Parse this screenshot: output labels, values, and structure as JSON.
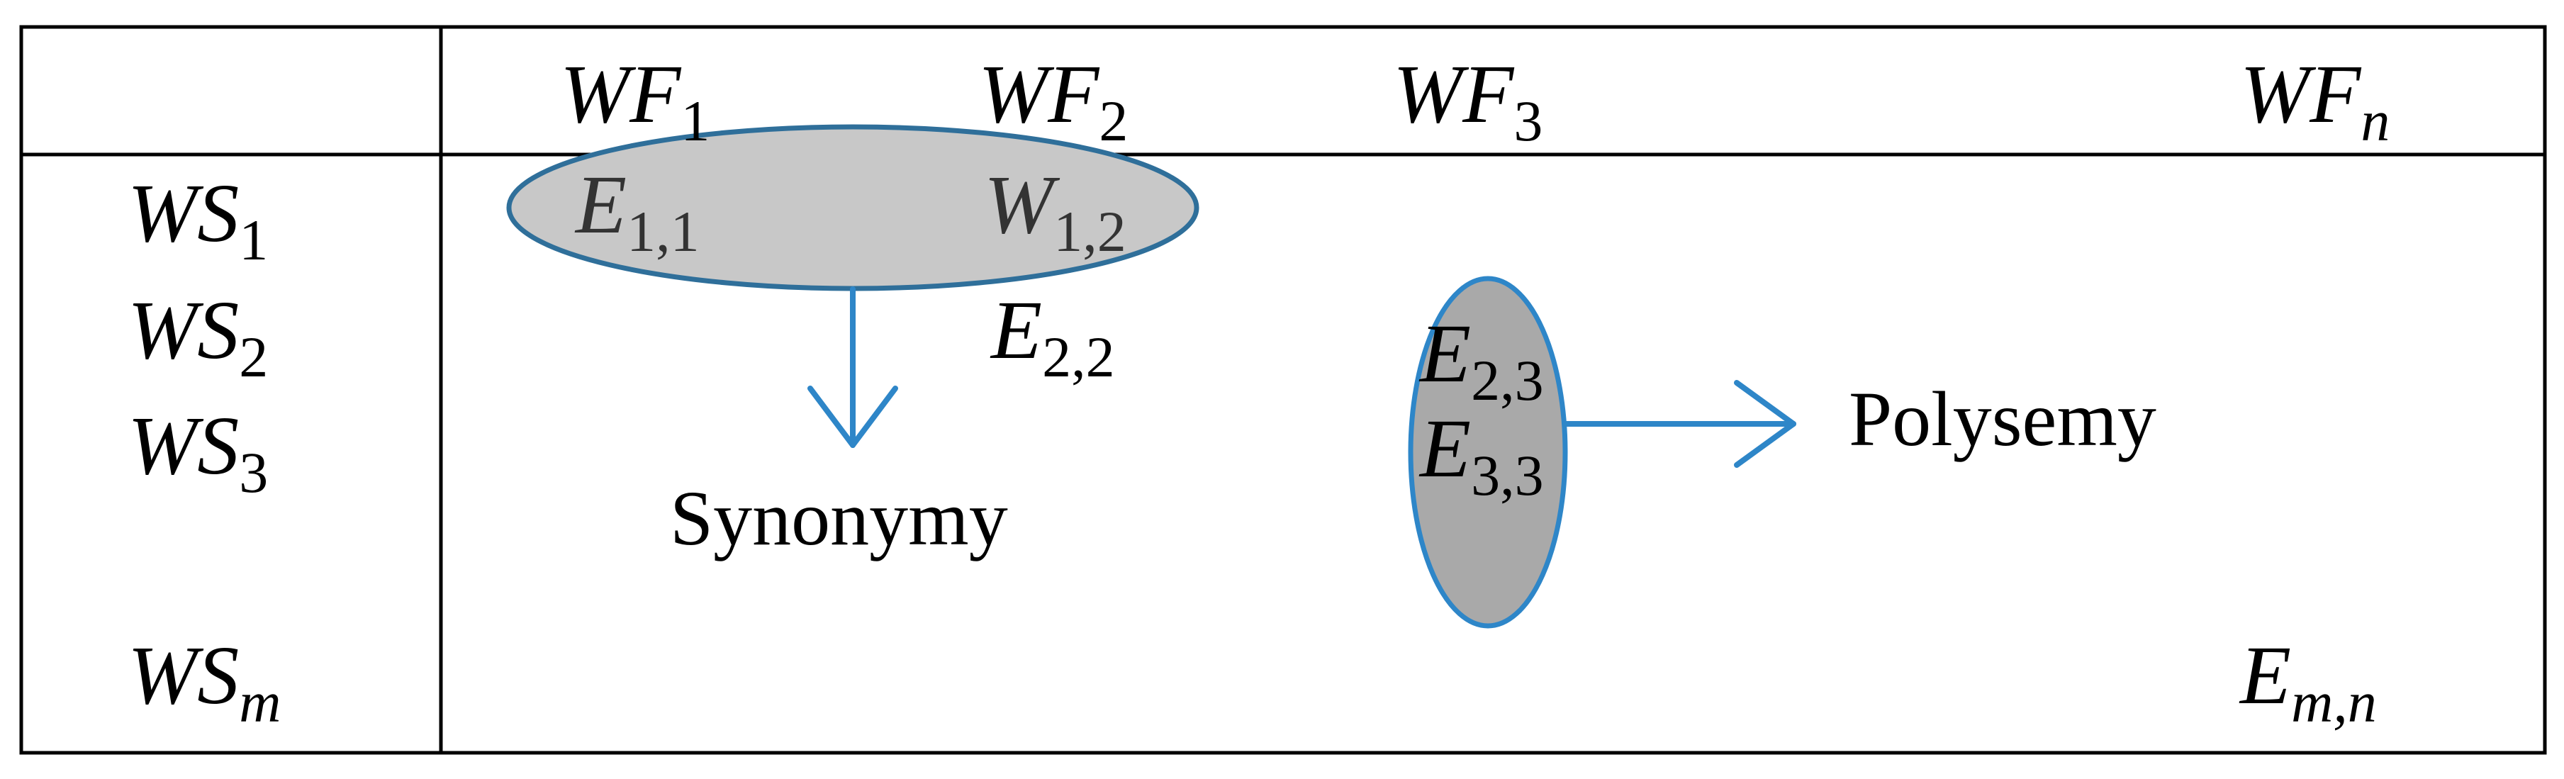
{
  "matrix": {
    "column_headers": [
      {
        "base": "WF",
        "sub": "1"
      },
      {
        "base": "WF",
        "sub": "2"
      },
      {
        "base": "WF",
        "sub": "3"
      },
      {
        "base": "WF",
        "sub": "n"
      }
    ],
    "row_headers": [
      {
        "base": "WS",
        "sub": "1"
      },
      {
        "base": "WS",
        "sub": "2"
      },
      {
        "base": "WS",
        "sub": "3"
      },
      {
        "base": "WS",
        "sub": "m"
      }
    ],
    "cells": [
      {
        "base": "E",
        "sub": "1,1"
      },
      {
        "base": "W",
        "sub": "1,2"
      },
      {
        "base": "E",
        "sub": "2,2"
      },
      {
        "base": "E",
        "sub": "2,3"
      },
      {
        "base": "E",
        "sub": "3,3"
      },
      {
        "base": "E",
        "sub": "m,n"
      }
    ]
  },
  "annotations": {
    "synonymy_label": "Synonymy",
    "polysemy_label": "Polysemy"
  },
  "colors": {
    "border": "#000000",
    "ellipse_fill_light": "#c8c8c8",
    "ellipse_fill_dark": "#a9a9a9",
    "ellipse_stroke": "#2f6f9a",
    "arrow": "#2e86c8",
    "text": "#000000"
  }
}
